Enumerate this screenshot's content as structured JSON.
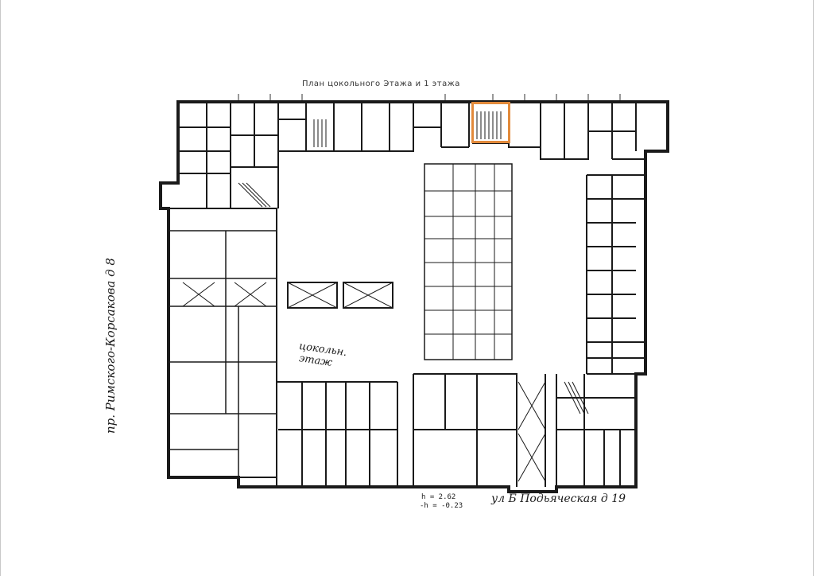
{
  "plan": {
    "title": "План цокольного Этажа и 1 этажа",
    "basement_label": "цокольн.",
    "basement_label_2": "этаж",
    "street_bottom": "ул Б Подьяческая д 19",
    "street_left": "пр. Римского-Корсакова д 8",
    "height_bottom": "h = 2.62",
    "height_bottom_2": "-h = -0.23"
  },
  "highlight": {
    "color": "#e28a3b"
  }
}
